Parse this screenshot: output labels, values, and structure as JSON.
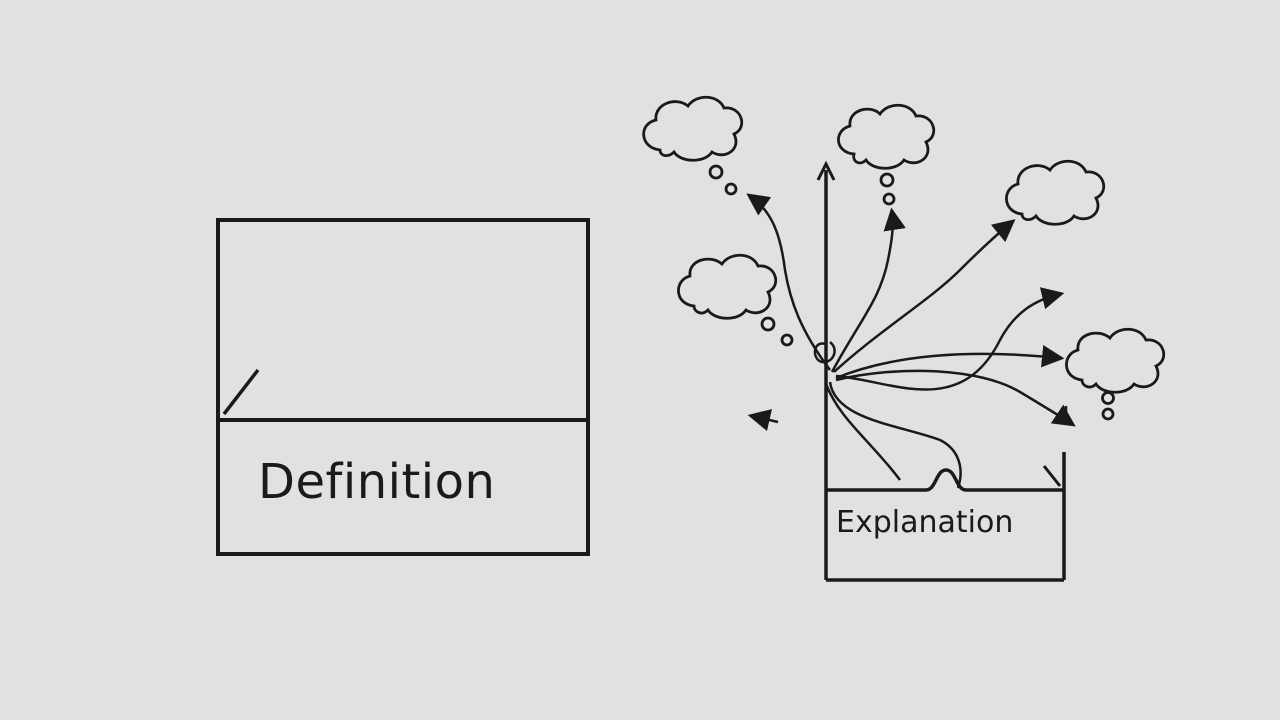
{
  "definition_box": {
    "label": "Definition"
  },
  "explanation_box": {
    "label": "Explanation"
  },
  "style": {
    "background": "#dfe2e1",
    "ink": "#1a1a1a"
  },
  "clouds": [
    {
      "name": "thought-cloud-top-left"
    },
    {
      "name": "thought-cloud-top-center"
    },
    {
      "name": "thought-cloud-right-upper"
    },
    {
      "name": "thought-cloud-left-middle"
    },
    {
      "name": "thought-cloud-right-lower"
    }
  ]
}
